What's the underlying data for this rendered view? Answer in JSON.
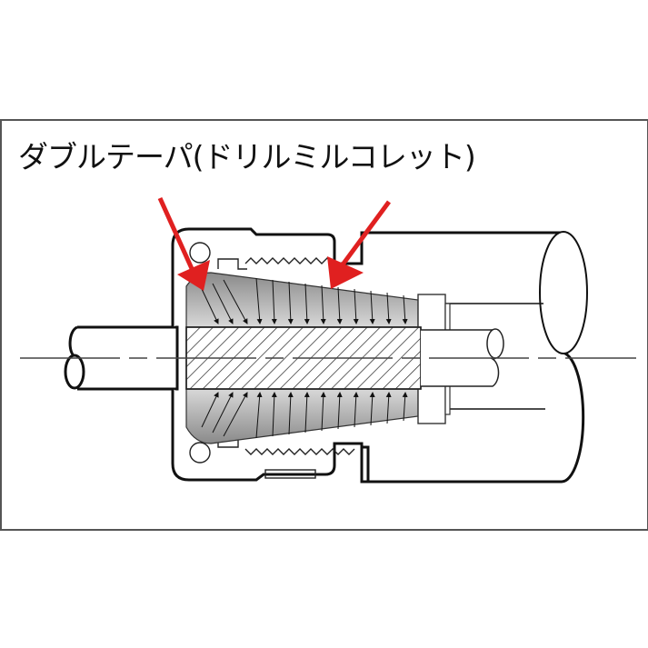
{
  "title": "ダブルテーパ(ドリルミルコレット)",
  "diagram": {
    "subject": "double-taper drill mill collet cross-section",
    "parts": [
      "shank",
      "collet-nut",
      "tapered-collet",
      "tool-shank-hatched",
      "holder-body",
      "centerline",
      "force-arrows"
    ],
    "colors": {
      "highlight_arrow": "#e02020",
      "outline": "#111111",
      "collet_gray": "#a9a9a9",
      "frame_border": "#555555"
    }
  }
}
